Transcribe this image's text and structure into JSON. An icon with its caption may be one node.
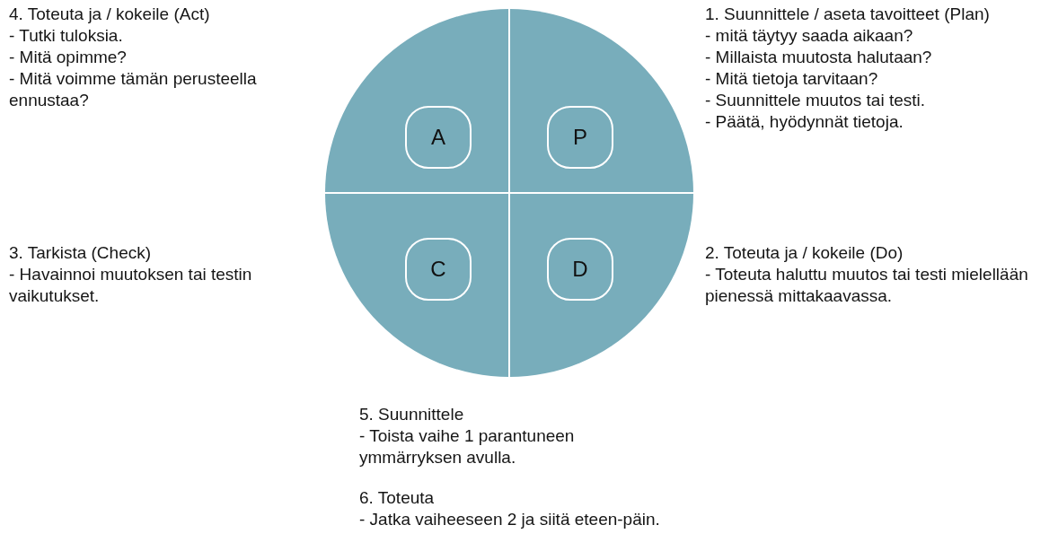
{
  "diagram": {
    "nodes": [
      {
        "text": [],
        "shape": "circle"
      },
      {
        "text": [
          "A"
        ],
        "in": 0
      },
      {
        "text": [
          "P"
        ],
        "in": 0
      },
      {
        "text": [
          "C"
        ],
        "in": 0
      },
      {
        "text": [
          "D"
        ],
        "in": 0
      }
    ],
    "edges": [],
    "labels": [
      "4. Toteuta ja / kokeile (Act)",
      "- Tutki tuloksia.",
      "- Mitä opimme?",
      "- Mitä voimme tämän perusteella ennustaa?",
      "1. Suunnittele / aseta tavoitteet (Plan)",
      "- mitä täytyy saada aikaan?",
      "- Millaista muutosta halutaan?",
      "- Mitä tietoja tarvitaan?",
      "- Suunnittele muutos tai testi.",
      "- Päätä, hyödynnät tietoja.",
      "3. Tarkista (Check)",
      "- Havainnoi muutoksen tai testin vaikutukset.",
      "2. Toteuta ja / kokeile (Do)",
      "- Toteuta haluttu muutos tai testi mielellään pienessä mittakaavassa.",
      "5. Suunnittele",
      "- Toista vaihe 1 parantuneen ymmärryksen avulla.",
      "6. Toteuta",
      "- Jatka vaiheeseen 2 ja siitä eteen-päin."
    ]
  }
}
